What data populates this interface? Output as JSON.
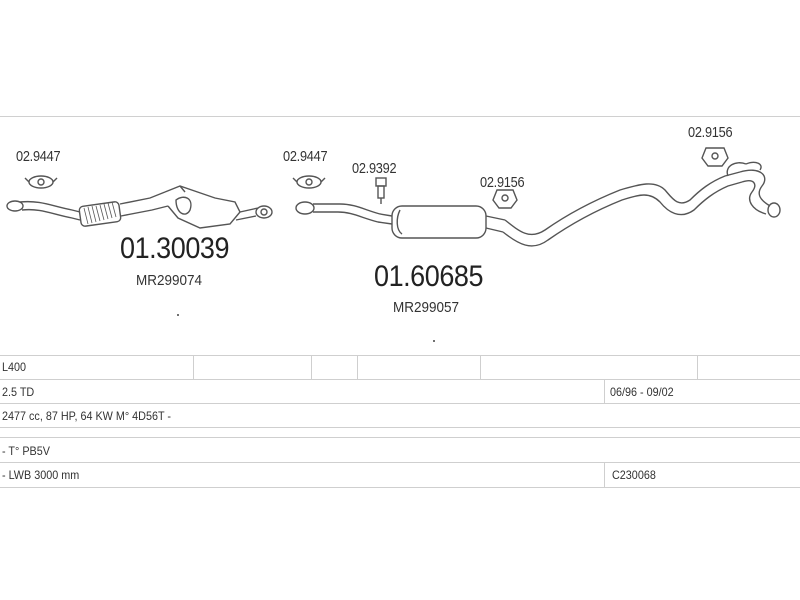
{
  "parts": {
    "left": {
      "clamp_ref": "02.9447",
      "code": "01.30039",
      "oem": "MR299074"
    },
    "middle": {
      "clamp_ref": "02.9447",
      "sensor_ref": "02.9392",
      "mount_ref": "02.9156",
      "code": "01.60685",
      "oem": "MR299057"
    },
    "right": {
      "mount_ref": "02.9156"
    }
  },
  "vehicle_table": {
    "model": "L400",
    "engine": "2.5 TD",
    "period": "06/96 - 09/02",
    "engine_details": "2477 cc, 87 HP, 64 KW  M° 4D56T -",
    "type": "- T° PB5V",
    "wheelbase": "- LWB 3000 mm",
    "catalog_code": "C230068"
  }
}
